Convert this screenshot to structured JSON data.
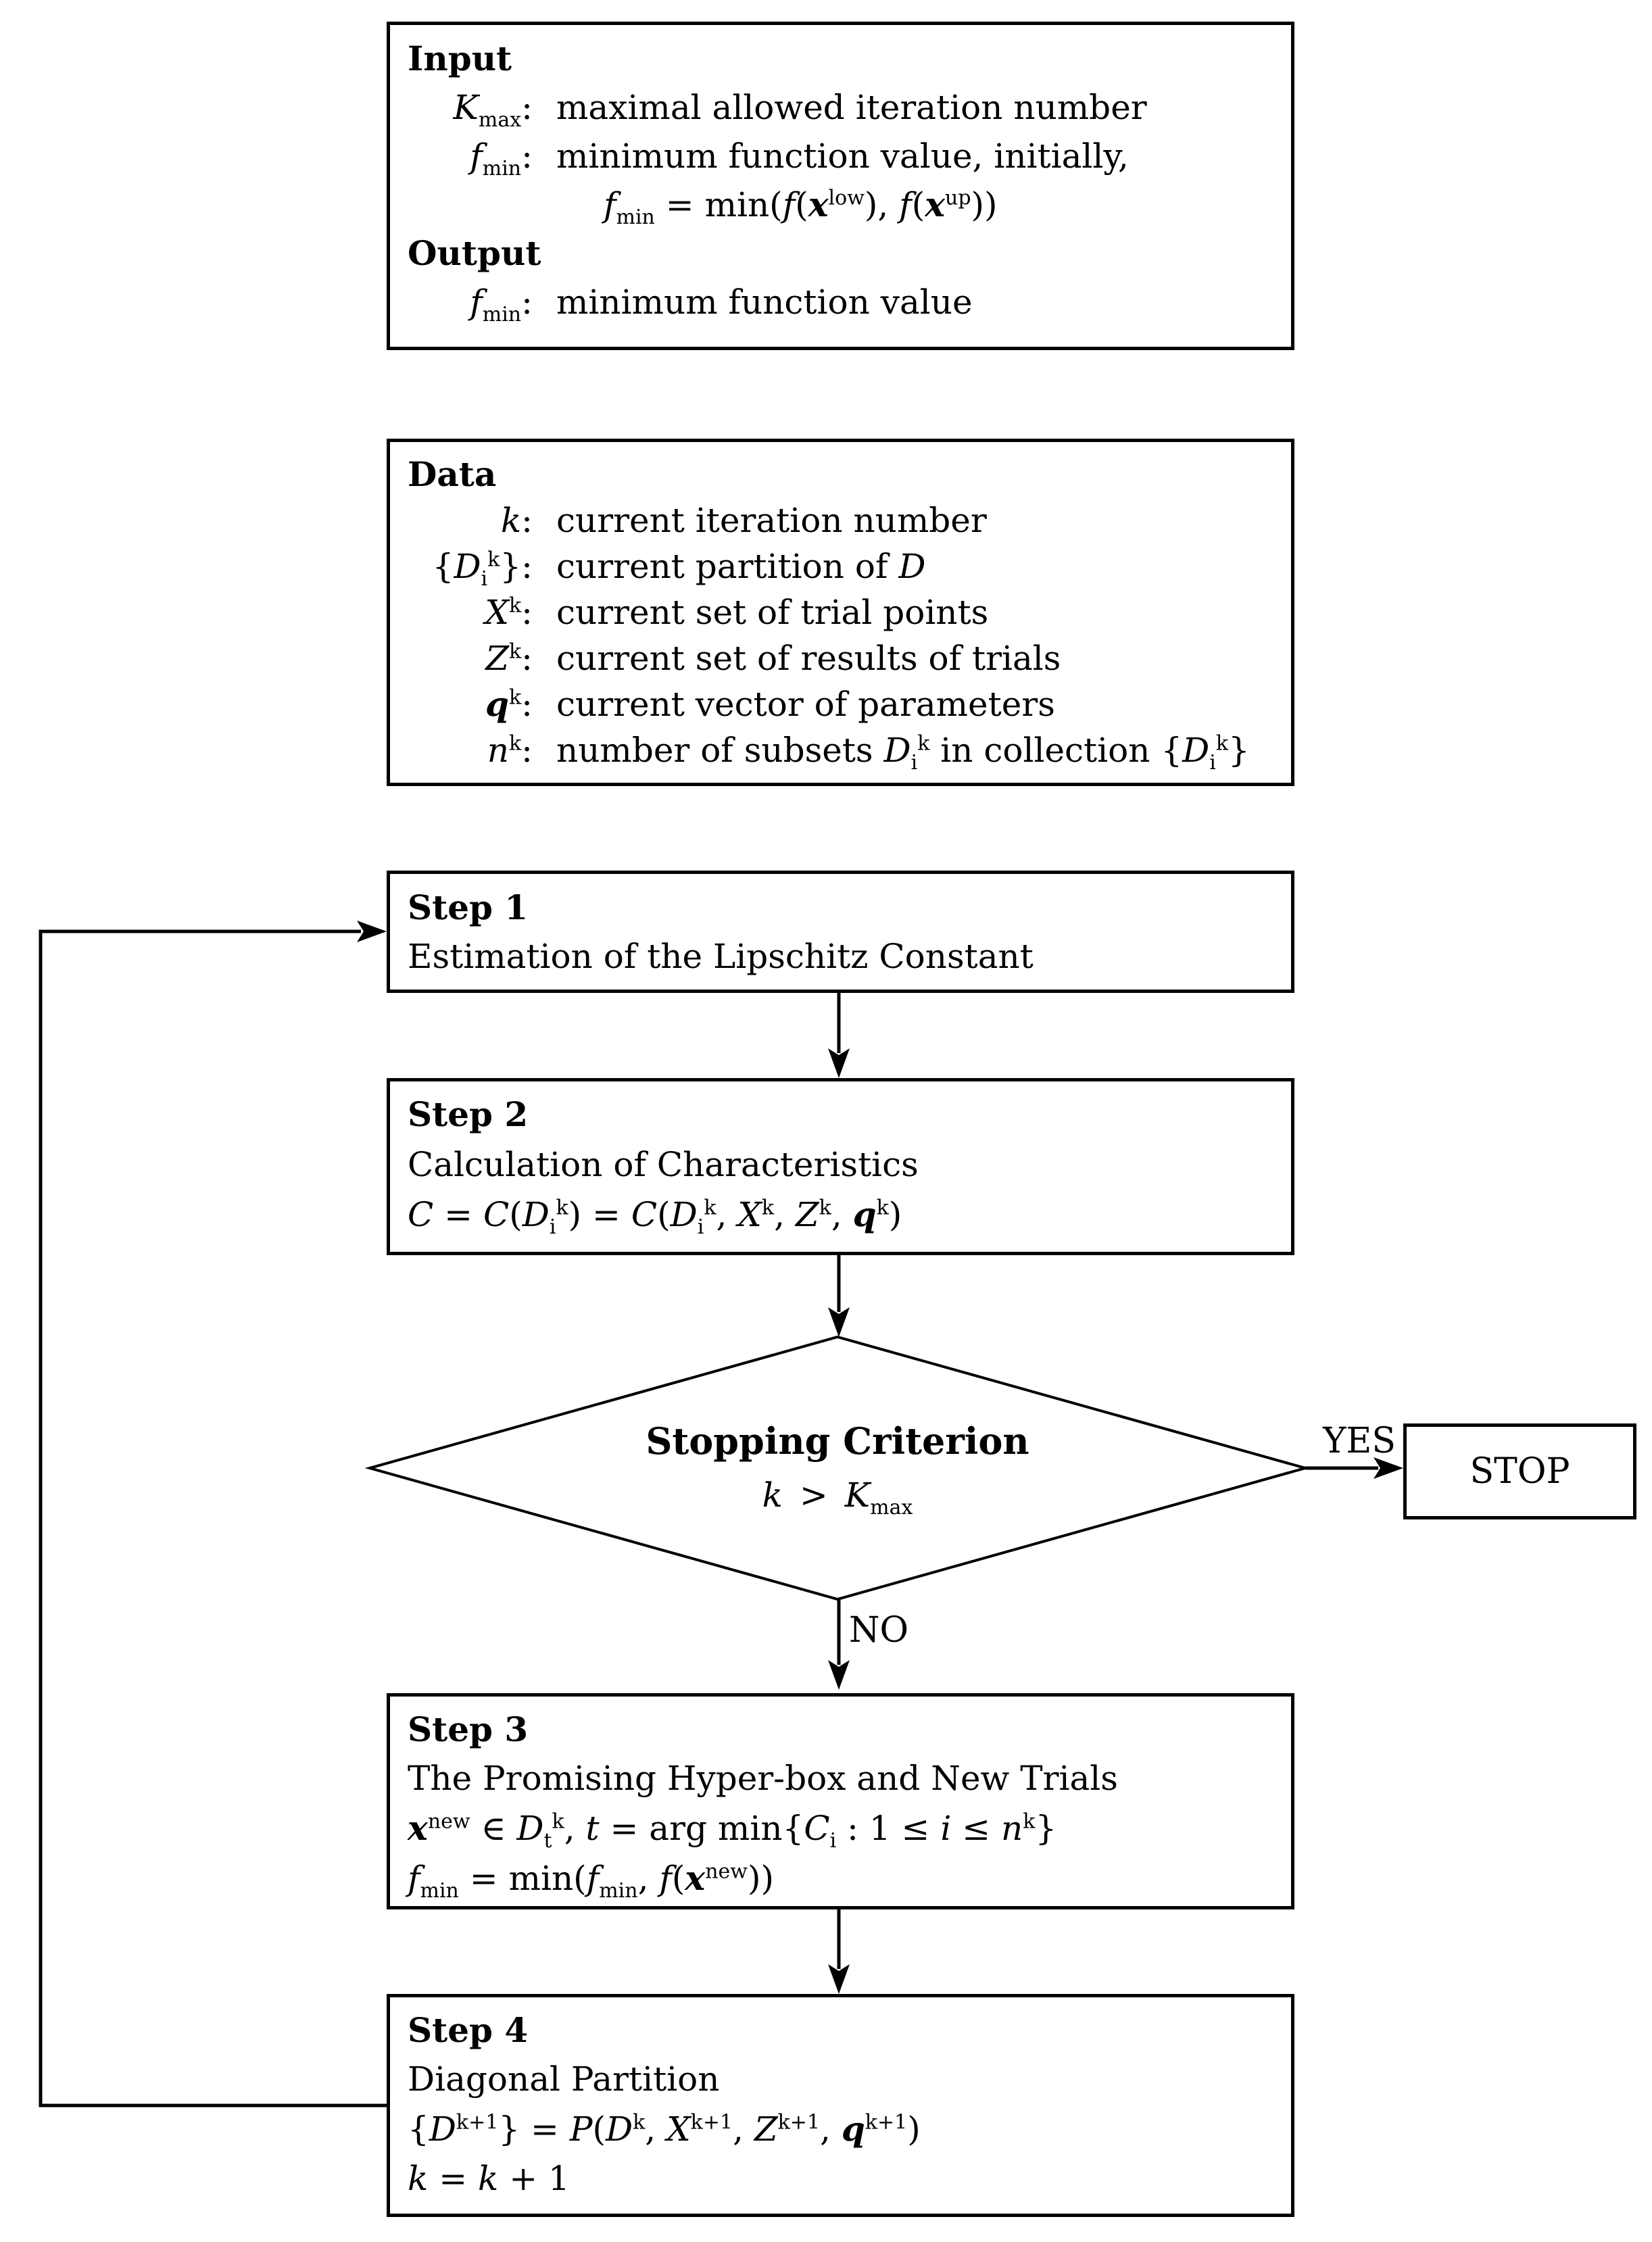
{
  "colors": {
    "ink": "#000000",
    "paper": "#ffffff"
  },
  "io_box": {
    "input_heading": "Input",
    "rows": [
      {
        "label": "~K~_{max}:",
        "text": "maximal allowed iteration number"
      },
      {
        "label": "~f~_{min}:",
        "text": "minimum function value, initially,"
      },
      {
        "label": "",
        "text": "~f~_{min} = min(~f~(*x*^{low}), ~f~(*x*^{up}))"
      }
    ],
    "output_heading": "Output",
    "output_rows": [
      {
        "label": "~f~_{min}:",
        "text": "minimum function value"
      }
    ]
  },
  "data_box": {
    "heading": "Data",
    "rows": [
      {
        "label": "~k~:",
        "text": "current iteration number"
      },
      {
        "label": "{~D~_{i}^{k}}:",
        "text": "current partition of ~D~"
      },
      {
        "label": "~X~^{k}:",
        "text": "current set of trial points"
      },
      {
        "label": "~Z~^{k}:",
        "text": "current set of results of trials"
      },
      {
        "label": "*q*^{k}:",
        "text": "current vector of parameters"
      },
      {
        "label": "~n~^{k}:",
        "text": "number of subsets ~D~_{i}^{k} in collection {~D~_{i}^{k}}"
      }
    ]
  },
  "steps": [
    {
      "title": "Step 1",
      "lines": [
        "Estimation of the Lipschitz Constant"
      ]
    },
    {
      "title": "Step 2",
      "lines": [
        "Calculation of Characteristics",
        "~C~ = ~C~(~D~_{i}^{k}) = ~C~(~D~_{i}^{k}, ~X~^{k}, ~Z~^{k}, *q*^{k})"
      ]
    },
    {
      "title": "Step 3",
      "lines": [
        "The Promising Hyper-box and New Trials",
        "*x*^{new} ∈ ~D~_{t}^{k}, ~t~ = arg min{~C~_{i} : 1 ≤ ~i~ ≤ ~n~^{k}}",
        "~f~_{min} = min(~f~_{min}, ~f~(*x*^{new}))"
      ]
    },
    {
      "title": "Step 4",
      "lines": [
        "Diagonal Partition",
        "{~D~^{k+1}} = ~P~(~D~^{k}, ~X~^{k+1}, ~Z~^{k+1}, *q*^{k+1})",
        "~k~ = ~k~ + 1"
      ]
    }
  ],
  "decision": {
    "title": "Stopping Criterion",
    "condition": "~k~ > ~K~_{max}"
  },
  "terminal": {
    "label": "STOP"
  },
  "edge_labels": {
    "yes": "YES",
    "no": "NO"
  }
}
